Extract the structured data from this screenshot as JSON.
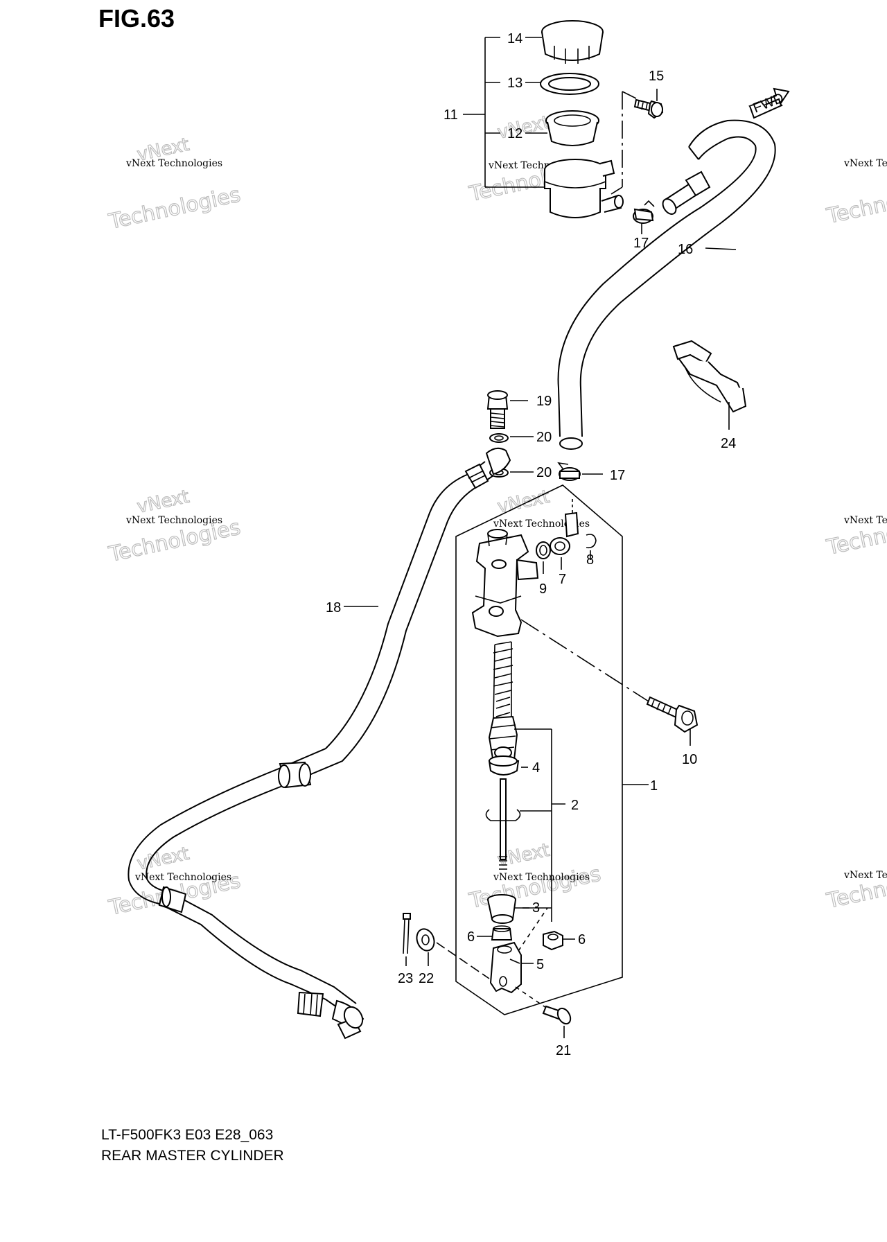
{
  "figure": {
    "title": "FIG.63",
    "model_code": "LT-F500FK3 E03 E28_063",
    "name": "REAR MASTER CYLINDER"
  },
  "direction_badge": "FWD",
  "watermark": {
    "line1": "vNext Technologies",
    "line2": "Technologies",
    "line3": "vNext"
  },
  "callouts": {
    "p1": "1",
    "p2": "2",
    "p3": "3",
    "p4": "4",
    "p5": "5",
    "p6a": "6",
    "p6b": "6",
    "p7": "7",
    "p8": "8",
    "p9": "9",
    "p10": "10",
    "p11": "11",
    "p12": "12",
    "p13": "13",
    "p14": "14",
    "p15": "15",
    "p16": "16",
    "p17a": "17",
    "p17b": "17",
    "p18": "18",
    "p19": "19",
    "p20a": "20",
    "p20b": "20",
    "p21": "21",
    "p22": "22",
    "p23": "23",
    "p24": "24"
  }
}
